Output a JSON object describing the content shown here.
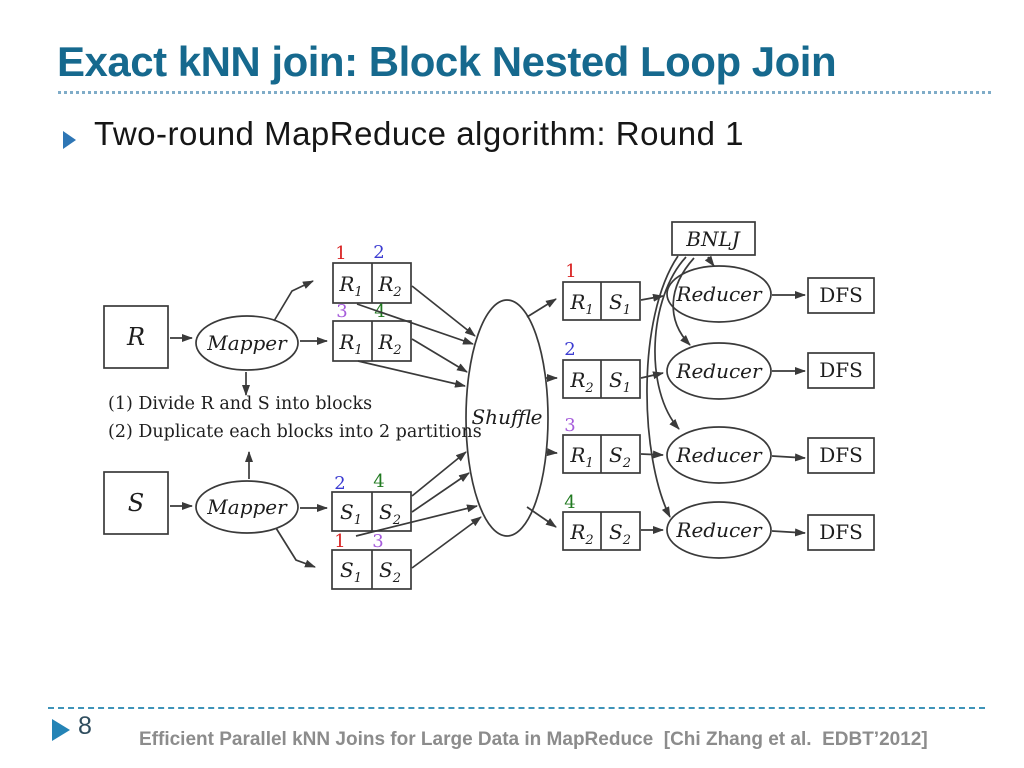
{
  "slide": {
    "title": "Exact kNN join: Block Nested Loop Join",
    "bullet_text": "Two-round MapReduce algorithm: Round 1",
    "page_number": "8",
    "footer_text": "Efficient Parallel kNN Joins for Large Data in MapReduce  [Chi Zhang et al.  EDBT’2012]"
  },
  "colors": {
    "title_text": "#16698E",
    "bullet_marker": "#2E76B5",
    "rule_dotted": "#7FACC8",
    "rule_dashed": "#3E93B8",
    "footer_marker": "#2484B6",
    "footer_text": "#8C8C8C",
    "page_number": "#2F4D5E",
    "diagram_ink": "#3A3A3A",
    "label_red": "#D92121",
    "label_blue": "#3B3BD1",
    "label_purple": "#A65CDB",
    "label_green": "#217A21"
  },
  "diagram": {
    "source_r": "R",
    "source_s": "S",
    "mapper_top": "Mapper",
    "mapper_bottom": "Mapper",
    "shuffle": "Shuffle",
    "bnlj": "BNLJ",
    "note_1": "(1) Divide R and S into blocks",
    "note_2": "(2) Duplicate each blocks into 2 partitions",
    "reducer": "Reducer",
    "dfs": "DFS",
    "blocks": {
      "r_top": {
        "num_left": "1",
        "num_right": "2",
        "cell_left": {
          "base": "R",
          "sub": "1"
        },
        "cell_right": {
          "base": "R",
          "sub": "2"
        }
      },
      "r_bottom": {
        "num_left": "3",
        "num_right": "4",
        "cell_left": {
          "base": "R",
          "sub": "1"
        },
        "cell_right": {
          "base": "R",
          "sub": "2"
        }
      },
      "s_top": {
        "num_left": "2",
        "num_right": "4",
        "cell_left": {
          "base": "S",
          "sub": "1"
        },
        "cell_right": {
          "base": "S",
          "sub": "2"
        }
      },
      "s_bottom": {
        "num_left": "1",
        "num_right": "3",
        "cell_left": {
          "base": "S",
          "sub": "1"
        },
        "cell_right": {
          "base": "S",
          "sub": "2"
        }
      }
    },
    "pairs": [
      {
        "num": "1",
        "left": {
          "base": "R",
          "sub": "1"
        },
        "right": {
          "base": "S",
          "sub": "1"
        }
      },
      {
        "num": "2",
        "left": {
          "base": "R",
          "sub": "2"
        },
        "right": {
          "base": "S",
          "sub": "1"
        }
      },
      {
        "num": "3",
        "left": {
          "base": "R",
          "sub": "1"
        },
        "right": {
          "base": "S",
          "sub": "2"
        }
      },
      {
        "num": "4",
        "left": {
          "base": "R",
          "sub": "2"
        },
        "right": {
          "base": "S",
          "sub": "2"
        }
      }
    ]
  }
}
